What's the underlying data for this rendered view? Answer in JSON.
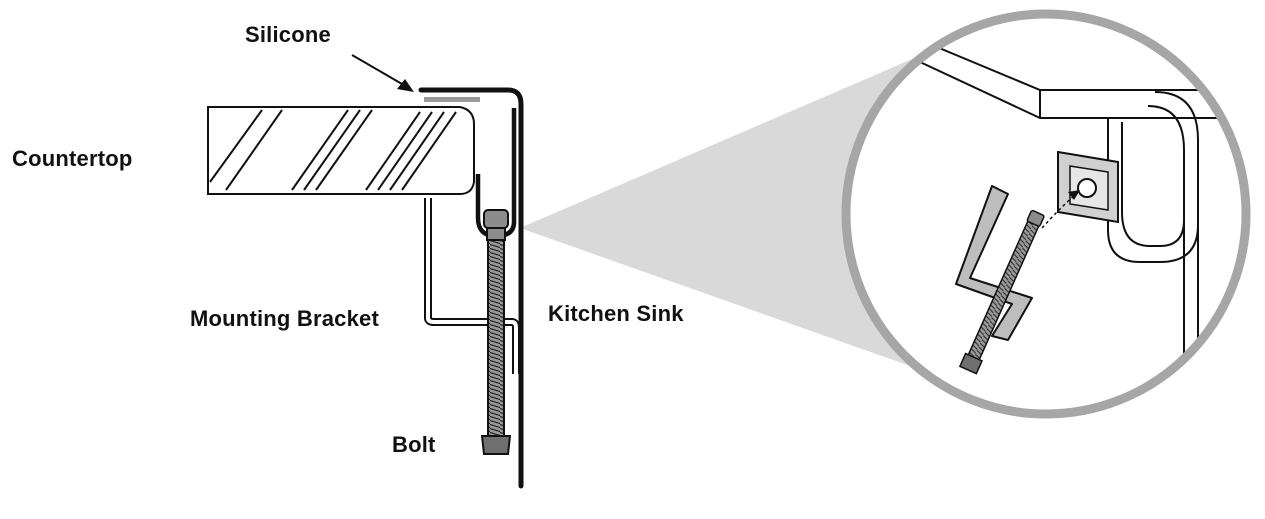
{
  "labels": {
    "silicone": "Silicone",
    "countertop": "Countertop",
    "mounting_bracket": "Mounting Bracket",
    "kitchen_sink": "Kitchen Sink",
    "bolt": "Bolt"
  },
  "colors": {
    "line": "#111111",
    "silicone_strip": "#9a9a9a",
    "callout_fill": "#d9d9d9",
    "circle_ring": "#a6a6a6",
    "bolt_fill": "#8c8c8c",
    "bracket_fill": "#bdbdbd"
  }
}
